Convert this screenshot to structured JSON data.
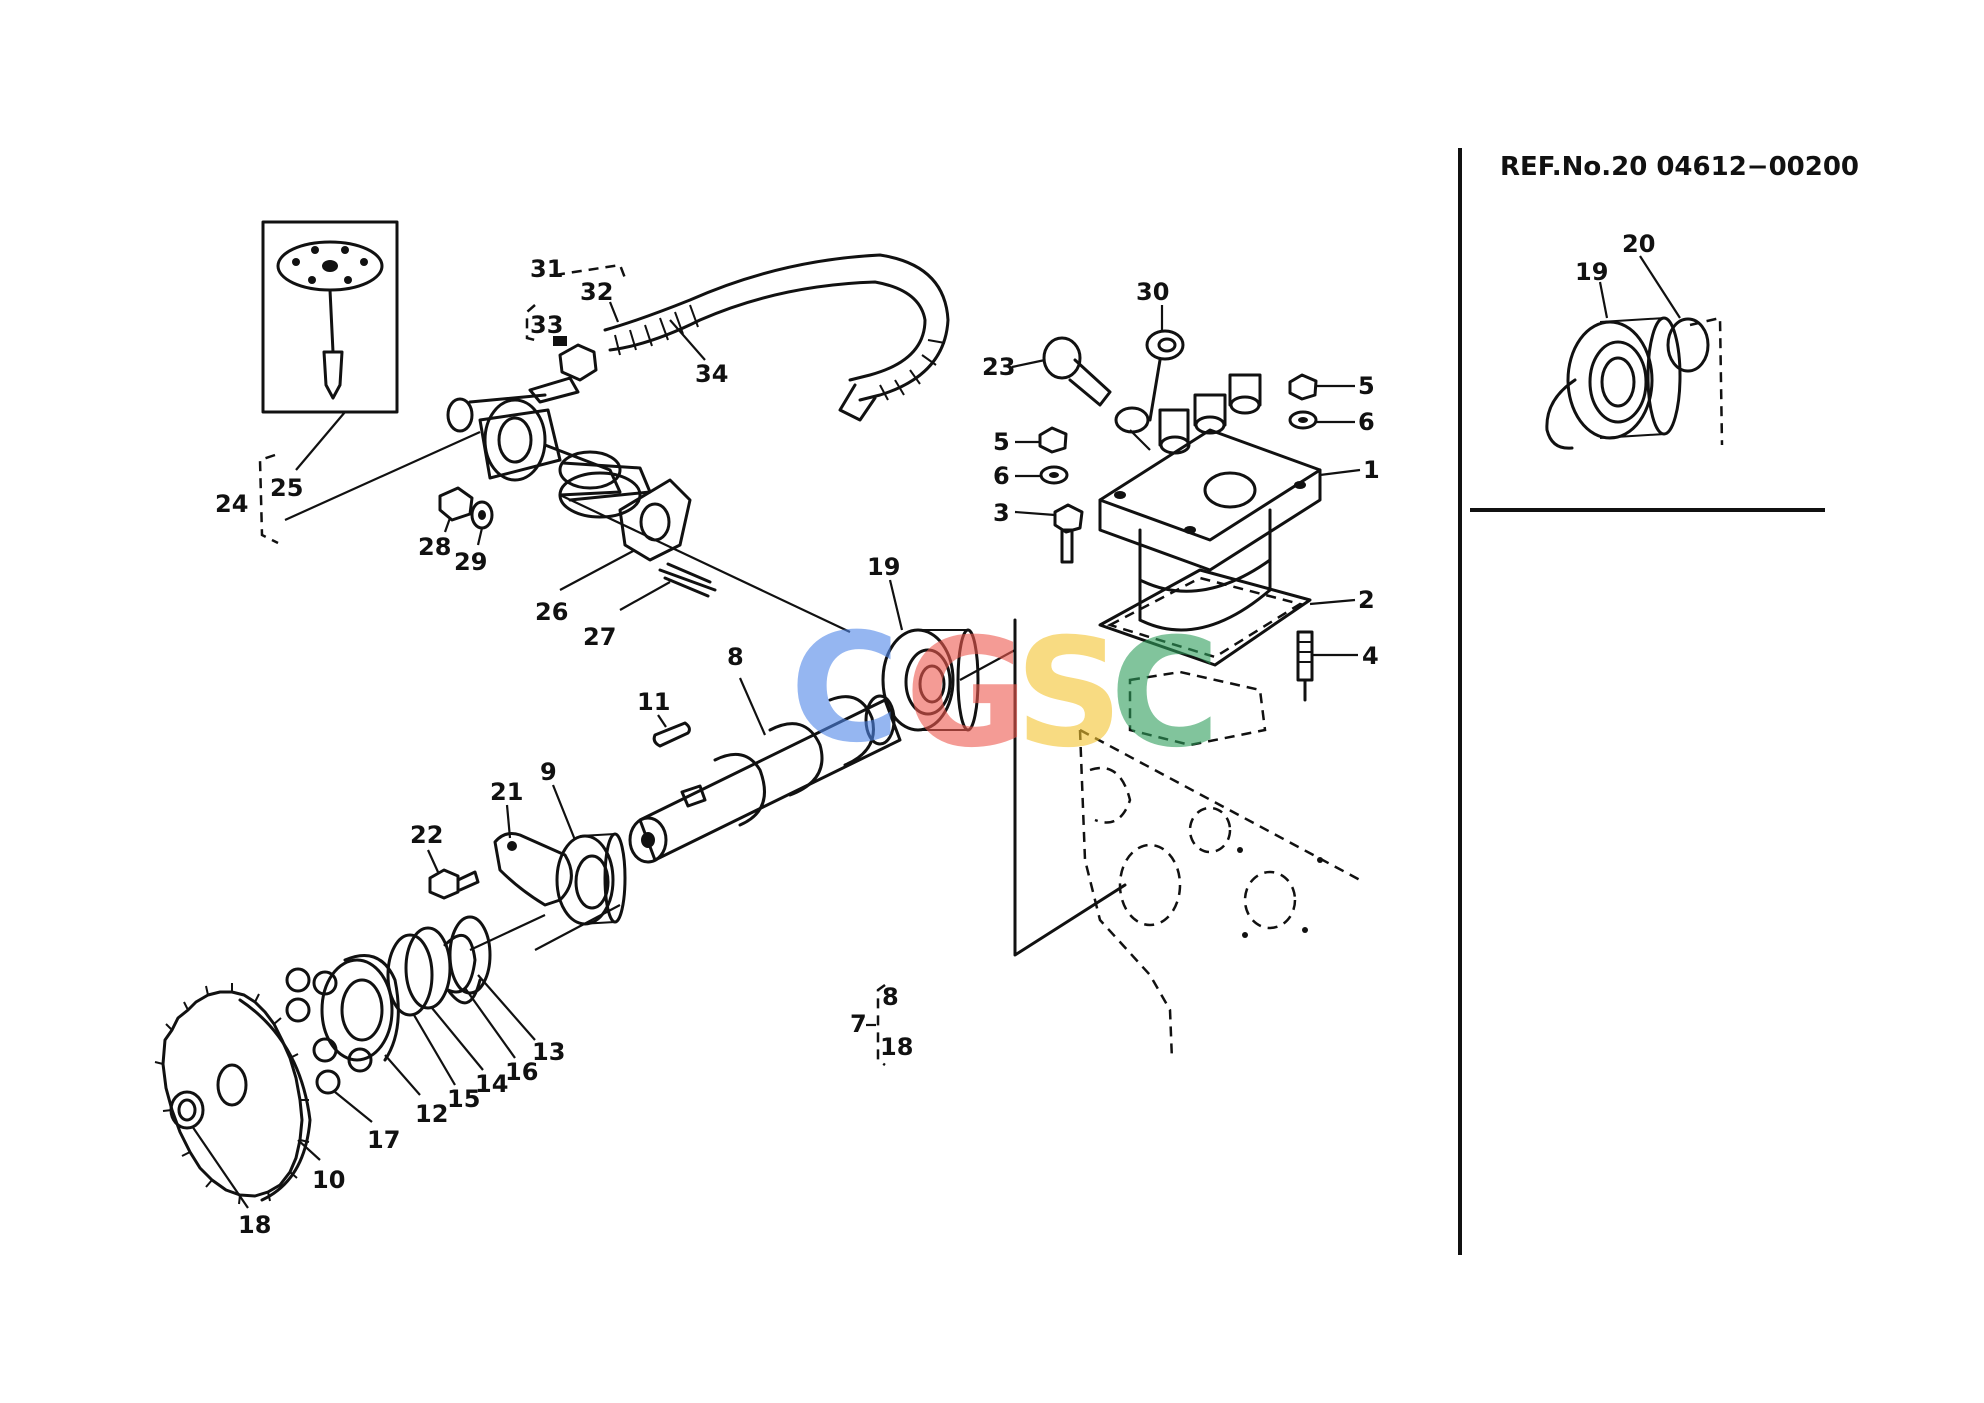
{
  "ref_panel": {
    "title": "REF.No.20 04612−00200",
    "callouts": [
      "19",
      "20"
    ]
  },
  "callouts": {
    "c1": "1",
    "c2": "2",
    "c3": "3",
    "c4": "4",
    "c5a": "5",
    "c5b": "5",
    "c6a": "6",
    "c6b": "6",
    "c7": "7",
    "c8a": "8",
    "c8b": "8",
    "c9": "9",
    "c10": "10",
    "c11": "11",
    "c12": "12",
    "c13": "13",
    "c14": "14",
    "c15": "15",
    "c16": "16",
    "c17": "17",
    "c18a": "18",
    "c18b": "18",
    "c19": "19",
    "c21": "21",
    "c22": "22",
    "c23": "23",
    "c24": "24",
    "c25": "25",
    "c26": "26",
    "c27": "27",
    "c28": "28",
    "c29": "29",
    "c30": "30",
    "c31": "31",
    "c32": "32",
    "c33": "33",
    "c34": "34"
  },
  "watermark": {
    "letters": [
      "C",
      "G",
      "S",
      "C"
    ],
    "colors": [
      "#4f86e8",
      "#ee5a4f",
      "#f4c430",
      "#2e9e5b"
    ]
  }
}
